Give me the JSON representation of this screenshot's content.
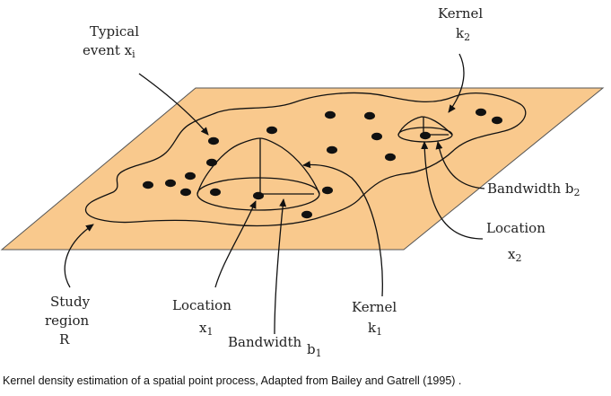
{
  "labels": {
    "typical_event_line1": "Typical",
    "typical_event_line2_prefix": "event x",
    "typical_event_sub": "i",
    "kernel2_line1": "Kernel",
    "kernel2_line2": "k",
    "kernel2_sub": "2",
    "bandwidth2_prefix": "Bandwidth b",
    "bandwidth2_sub": "2",
    "location2_line1": "Location",
    "location2_line2": "x",
    "location2_sub": "2",
    "study_line1": "Study",
    "study_line2": "region",
    "study_line3": "R",
    "location1_line1": "Location",
    "location1_line2": "x",
    "location1_sub": "1",
    "bandwidth1_prefix": "Bandwidth",
    "bandwidth1_b": "b",
    "bandwidth1_sub": "1",
    "kernel1_line1": "Kernel",
    "kernel1_line2": "k",
    "kernel1_sub": "1"
  },
  "caption": "Kernel density estimation of a spatial point process, Adapted from Bailey and Gatrell (1995) .",
  "colors": {
    "plane_fill": "#F9C98D",
    "plane_stroke": "#555555",
    "line": "#111111",
    "text": "#222222"
  }
}
